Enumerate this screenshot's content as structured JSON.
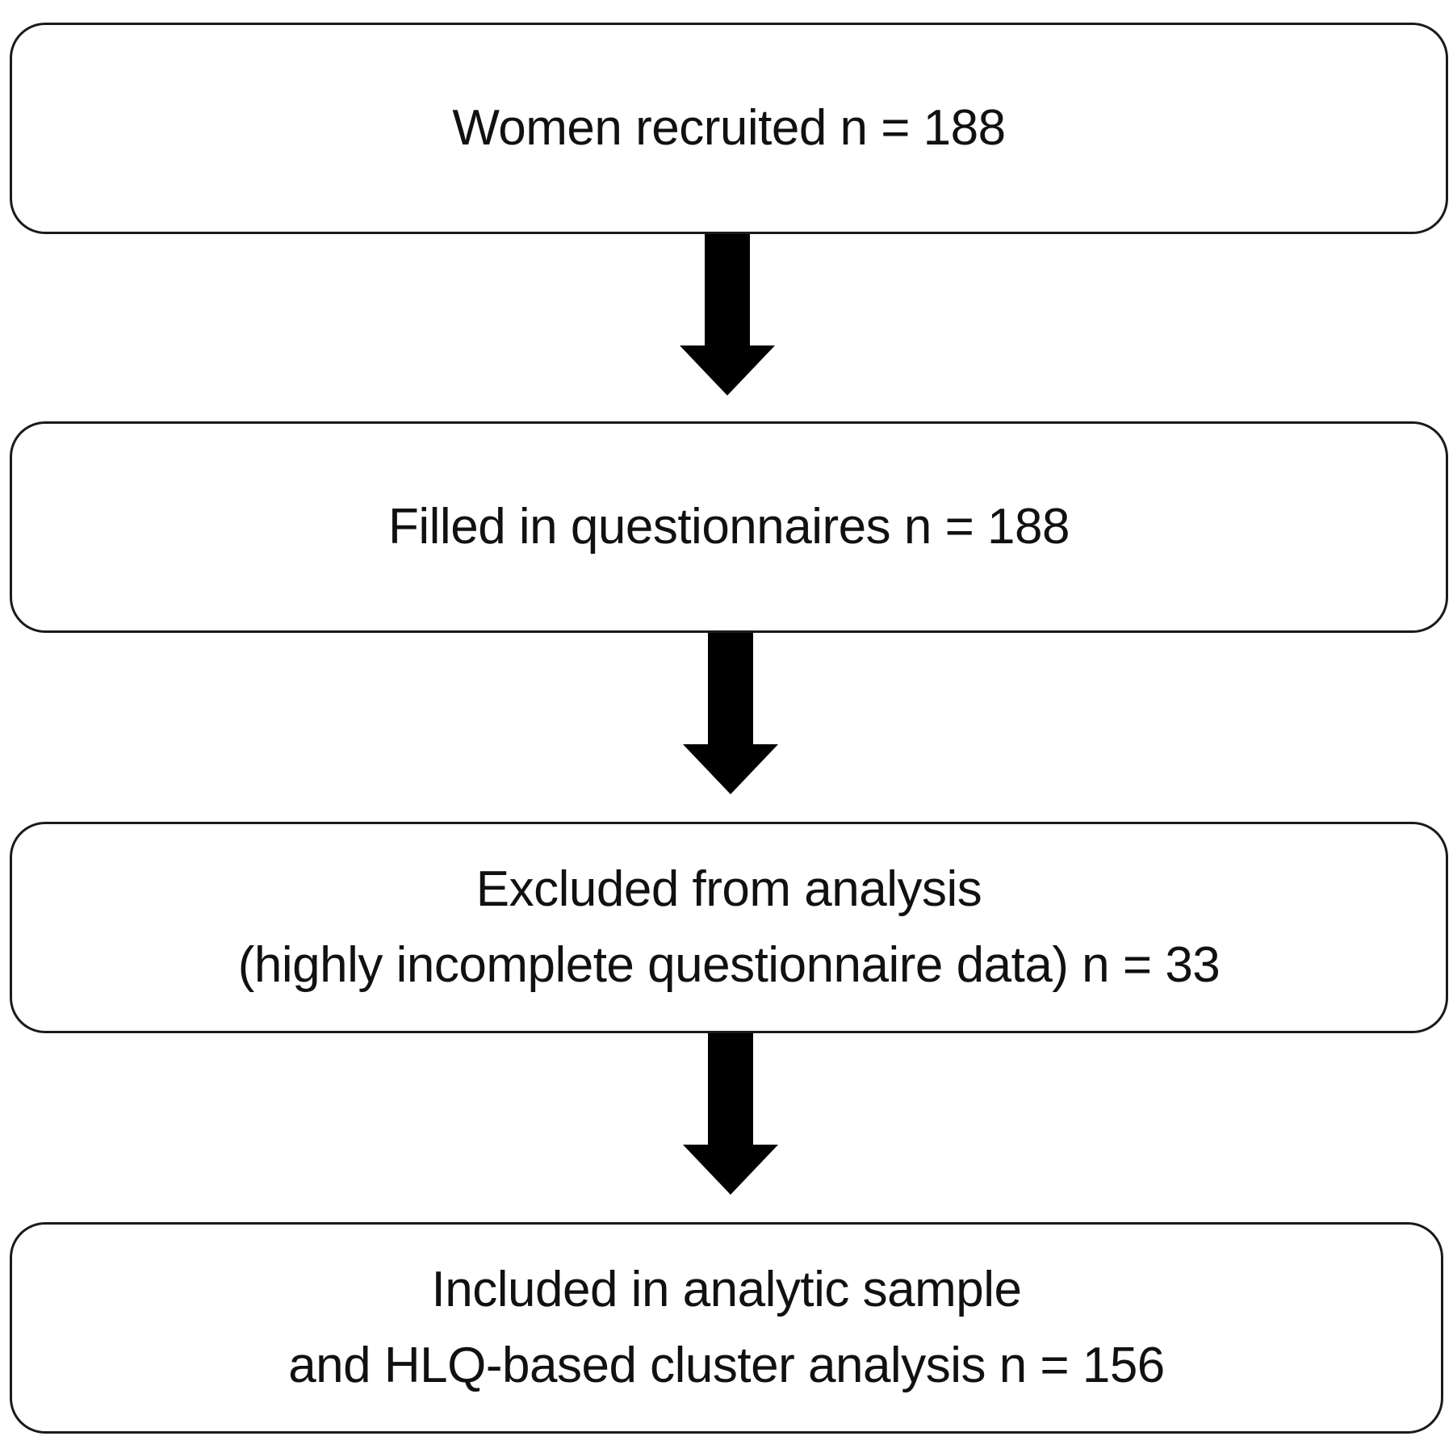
{
  "flowchart": {
    "boxes": [
      {
        "lines": [
          "Women recruited n = 188"
        ]
      },
      {
        "lines": [
          "Filled in questionnaires n = 188"
        ]
      },
      {
        "lines": [
          "Excluded from analysis",
          "(highly incomplete questionnaire data) n = 33"
        ]
      },
      {
        "lines": [
          "Included in analytic sample",
          "and HLQ-based cluster analysis n = 156"
        ]
      }
    ]
  }
}
